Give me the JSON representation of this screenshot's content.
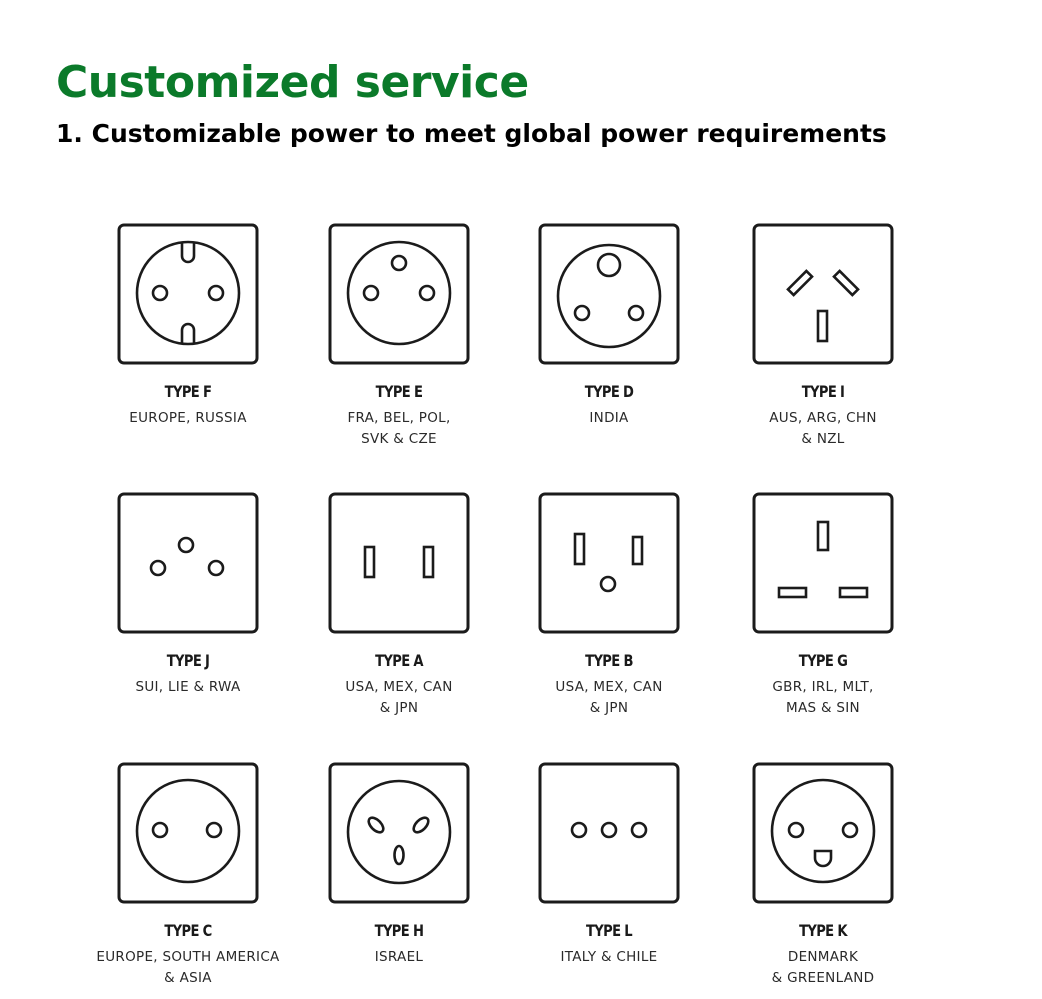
{
  "header": {
    "title": "Customized service",
    "subtitle": "1. Customizable power to meet global power requirements"
  },
  "colors": {
    "title": "#0b7a2a",
    "outline": "#1b1b1b"
  },
  "sockets": [
    {
      "type": "TYPE F",
      "region": [
        "EUROPE, RUSSIA"
      ],
      "icon": "type-f-socket"
    },
    {
      "type": "TYPE E",
      "region": [
        "FRA, BEL, POL,",
        "SVK & CZE"
      ],
      "icon": "type-e-socket"
    },
    {
      "type": "TYPE D",
      "region": [
        "INDIA"
      ],
      "icon": "type-d-socket"
    },
    {
      "type": "TYPE I",
      "region": [
        "AUS, ARG, CHN",
        "& NZL"
      ],
      "icon": "type-i-socket"
    },
    {
      "type": "TYPE J",
      "region": [
        "SUI, LIE & RWA"
      ],
      "icon": "type-j-socket"
    },
    {
      "type": "TYPE A",
      "region": [
        "USA, MEX, CAN",
        "& JPN"
      ],
      "icon": "type-a-socket"
    },
    {
      "type": "TYPE B",
      "region": [
        "USA, MEX, CAN",
        "& JPN"
      ],
      "icon": "type-b-socket"
    },
    {
      "type": "TYPE G",
      "region": [
        "GBR, IRL, MLT,",
        "MAS & SIN"
      ],
      "icon": "type-g-socket"
    },
    {
      "type": "TYPE C",
      "region": [
        "EUROPE, SOUTH AMERICA",
        "& ASIA"
      ],
      "icon": "type-c-socket"
    },
    {
      "type": "TYPE H",
      "region": [
        "ISRAEL"
      ],
      "icon": "type-h-socket"
    },
    {
      "type": "TYPE L",
      "region": [
        "ITALY & CHILE"
      ],
      "icon": "type-l-socket"
    },
    {
      "type": "TYPE K",
      "region": [
        "DENMARK",
        "& GREENLAND"
      ],
      "icon": "type-k-socket"
    }
  ]
}
